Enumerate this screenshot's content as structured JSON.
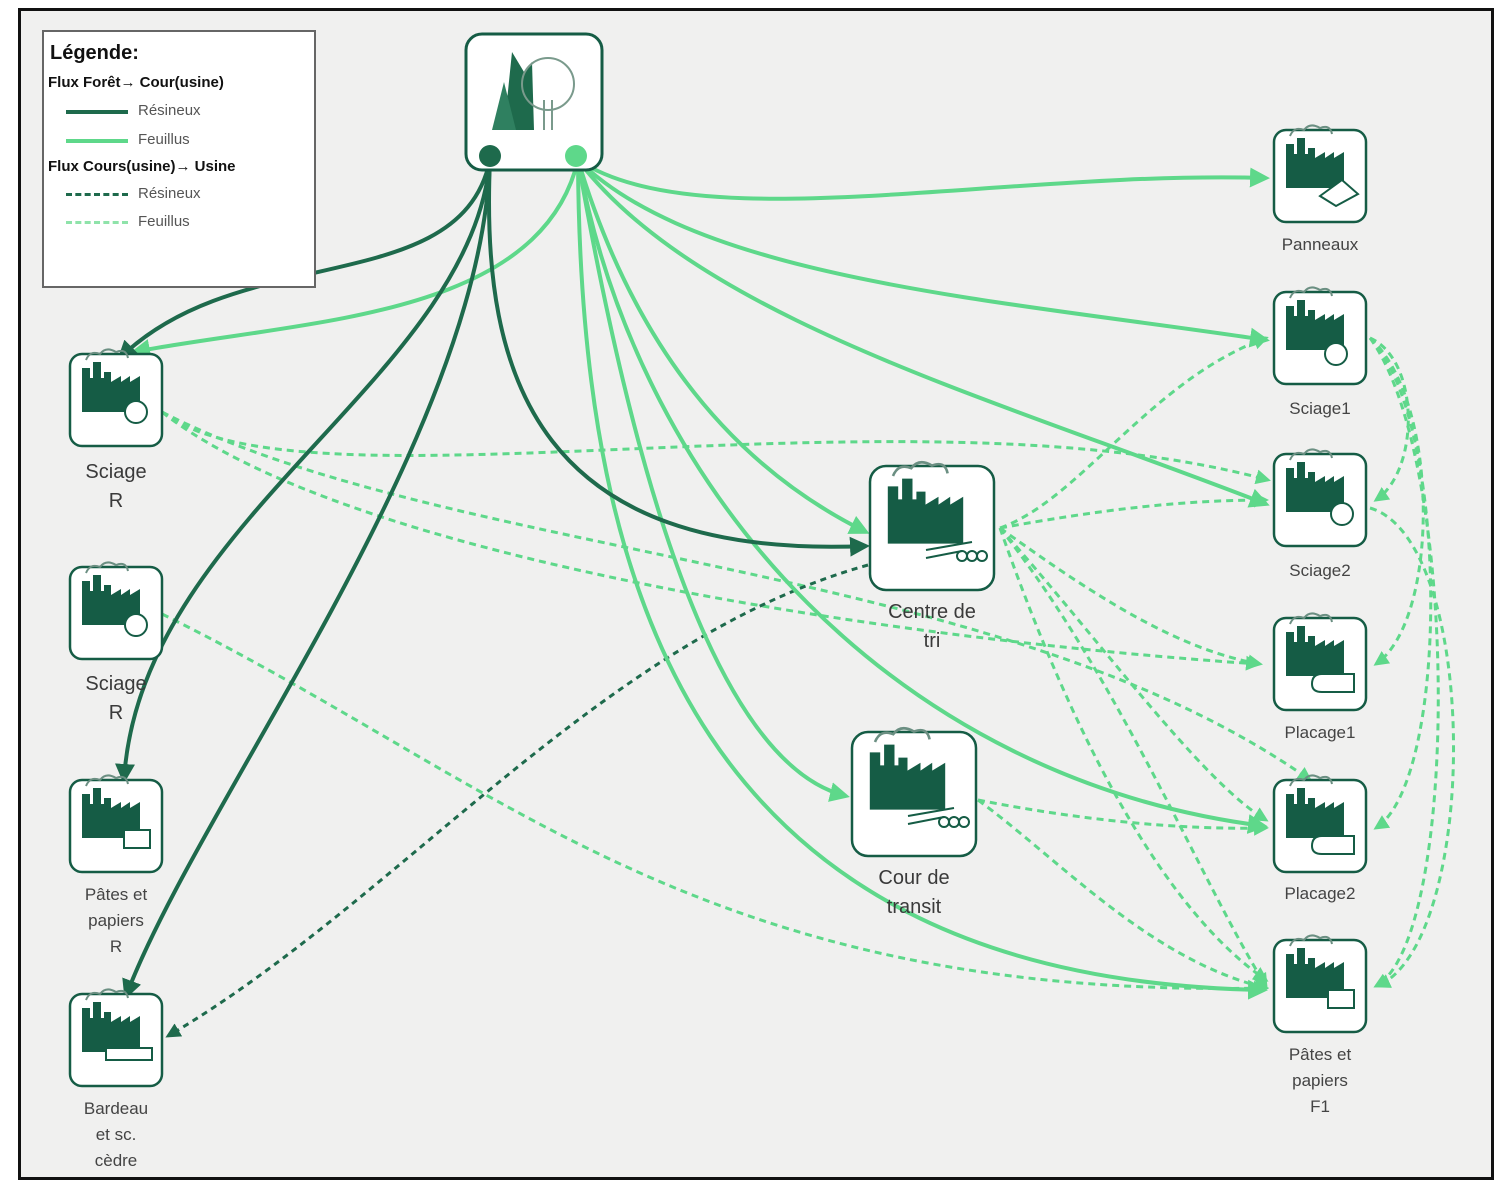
{
  "legend": {
    "title": "Légende:",
    "section1": "Flux Forêt→ Cour(usine)",
    "section2": "Flux Cours(usine)→ Usine",
    "resineux": "Résineux",
    "feuillus": "Feuillus"
  },
  "colors": {
    "resineux": "#1e6a4c",
    "feuillus": "#5ed88a",
    "icon": "#155c45"
  },
  "nodes": {
    "foret": "",
    "sciage_r1": "Sciage\nR",
    "sciage_r2": "Sciage\nR",
    "pates_r": "Pâtes et\npapiers\nR",
    "bardeau": "Bardeau\net sc.\ncèdre",
    "centre_tri": "Centre de\ntri",
    "cour_transit": "Cour de\ntransit",
    "panneaux": "Panneaux",
    "sciage1": "Sciage1",
    "sciage2": "Sciage2",
    "placage1": "Placage1",
    "placage2": "Placage2",
    "pates_f1": "Pâtes et\npapiers\nF1"
  }
}
